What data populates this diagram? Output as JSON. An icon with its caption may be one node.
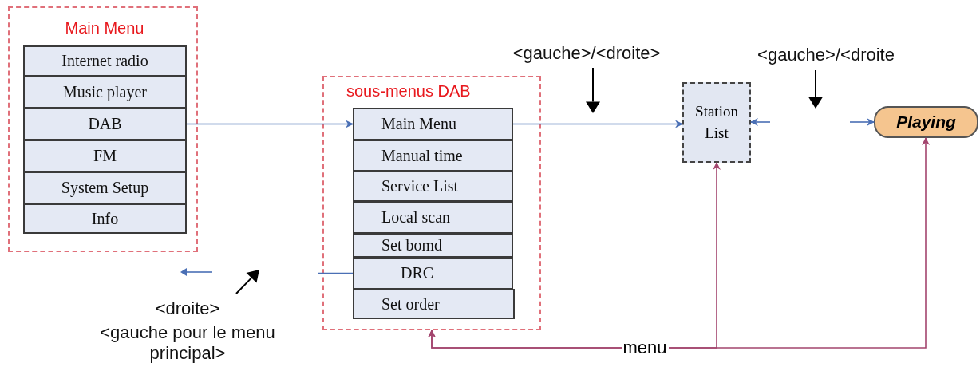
{
  "diagram": {
    "nodes": [
      {
        "text": [
          "Main Menu"
        ]
      },
      {
        "text": [
          "Internet radio"
        ],
        "in": 0
      },
      {
        "text": [
          "Music player"
        ],
        "in": 0
      },
      {
        "text": [
          "DAB"
        ],
        "in": 0
      },
      {
        "text": [
          "FM"
        ],
        "in": 0
      },
      {
        "text": [
          "System Setup"
        ],
        "in": 0
      },
      {
        "text": [
          "Info"
        ],
        "in": 0
      },
      {
        "text": [
          "sous-menus DAB"
        ]
      },
      {
        "text": [
          "Main Menu"
        ],
        "in": 7
      },
      {
        "text": [
          "Manual time"
        ],
        "in": 7
      },
      {
        "text": [
          "Service List"
        ],
        "in": 7
      },
      {
        "text": [
          "Local scan"
        ],
        "in": 7
      },
      {
        "text": [
          "Set bomd"
        ],
        "in": 7
      },
      {
        "text": [
          "DRC"
        ],
        "in": 7
      },
      {
        "text": [
          "Set order"
        ],
        "in": 7
      },
      {
        "text": [
          "Station List"
        ]
      },
      {
        "text": [
          "Playing"
        ]
      }
    ],
    "edges": [
      {
        "from": 3,
        "to": 8,
        "arrow": "to"
      },
      {
        "from": 8,
        "to": 15,
        "arrow": "to"
      },
      {
        "from": null,
        "to": 15,
        "arrow": "to"
      },
      {
        "from": null,
        "to": 16,
        "arrow": "to"
      },
      {
        "from": 15,
        "to": 7,
        "arrow": "both",
        "label": "menu",
        "color": "#a3456e"
      },
      {
        "from": 16,
        "to": 7,
        "arrow": "both",
        "color": "#a3456e"
      },
      {
        "from": 13,
        "to": null,
        "arrow": "none"
      }
    ],
    "labels": [
      "<gauche>/<droite>",
      "<gauche>/<droite",
      "<droite>",
      "<gauche pour le menu principal>"
    ]
  }
}
